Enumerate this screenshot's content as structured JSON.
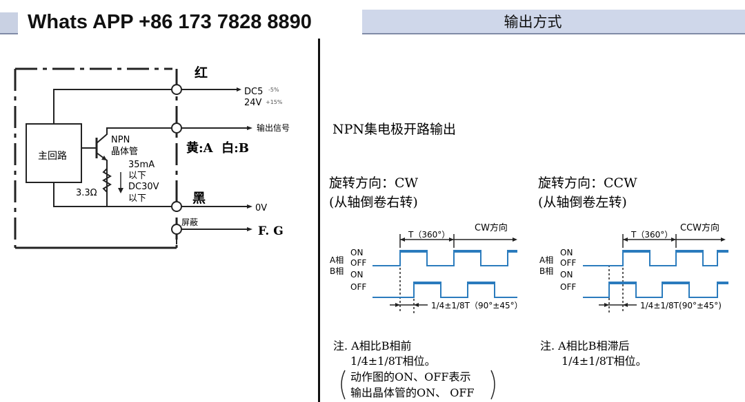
{
  "banner": {
    "whatsapp": "Whats APP +86 173 7828 8890"
  },
  "header": {
    "title": "输出方式"
  },
  "circuit": {
    "main_circuit": "主回路",
    "wire_red": "红",
    "supply_line1": "DC5",
    "supply_line1_tol": "-5%",
    "supply_line2": "24V",
    "supply_line2_tol": "+15%",
    "output_signal": "输出信号",
    "transistor_line1": "NPN",
    "transistor_line2": "晶体管",
    "current_rating": "35mA",
    "current_rating_below": "以下",
    "voltage_rating": "DC30V",
    "voltage_rating_below": "以下",
    "resistor": "3.3Ω",
    "wire_yellow_white": "黄:A  白:B",
    "wire_black": "黑",
    "zero_volt": "0V",
    "shield": "屏蔽",
    "frame_ground": "F. G"
  },
  "output": {
    "type_title": "NPN集电极开路输出",
    "cw": {
      "direction_title": "旋转方向：CW",
      "direction_sub": "(从轴倒卷右转)",
      "period": "T（360°）",
      "arrow_label": "CW方向",
      "phase_a": "A相",
      "phase_b": "B相",
      "on": "ON",
      "off": "OFF",
      "phase_diff": "1/4±1/8T（90°±45°）",
      "note_line1": "注. A相比B相前",
      "note_line2": "1/4±1/8T相位。",
      "note_line3": "动作图的ON、OFF表示",
      "note_line4": "输出晶体管的ON、 OFF"
    },
    "ccw": {
      "direction_title": "旋转方向：CCW",
      "direction_sub": "(从轴倒卷左转)",
      "period": "T（360°）",
      "arrow_label": "CCW方向",
      "phase_a": "A相",
      "phase_b": "B相",
      "on": "ON",
      "off": "OFF",
      "phase_diff": "1/4±1/8T(90°±45°)",
      "note_line1": "注. A相比B相滞后",
      "note_line2": "1/4±1/8T相位。"
    }
  },
  "colors": {
    "waveform": "#2a7bbd",
    "header_band": "#cfd7ea",
    "line": "#222222"
  }
}
